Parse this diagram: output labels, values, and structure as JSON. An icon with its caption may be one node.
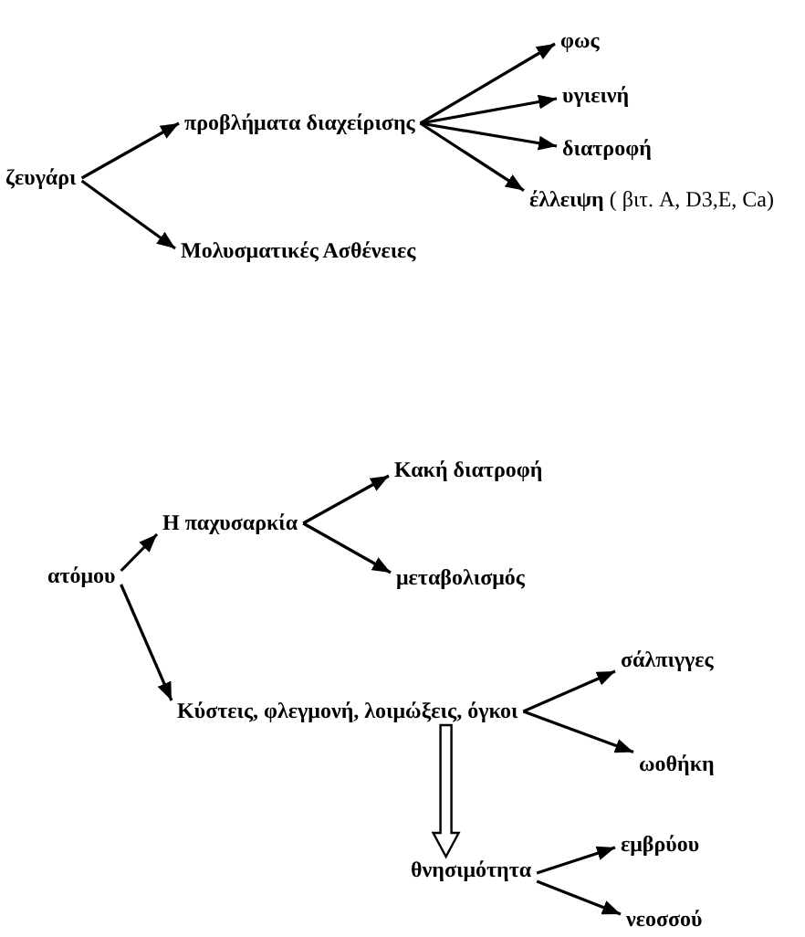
{
  "diagram": {
    "nodes": [
      {
        "text": [
          "ζευγάρι"
        ]
      },
      {
        "text": [
          "προβλήματα διαχείρισης"
        ]
      },
      {
        "text": [
          "φως"
        ]
      },
      {
        "text": [
          "υγιεινή"
        ]
      },
      {
        "text": [
          "διατροφή"
        ]
      },
      {
        "text": [
          "**έλλειψη** ( βιτ. A, D3,E, Ca)"
        ]
      },
      {
        "text": [
          "Μολυσματικές Ασθένειες"
        ]
      },
      {
        "text": [
          "ατόμου"
        ]
      },
      {
        "text": [
          "Η παχυσαρκία"
        ]
      },
      {
        "text": [
          "Κακή διατροφή"
        ]
      },
      {
        "text": [
          "μεταβολισμός"
        ]
      },
      {
        "text": [
          "Κύστεις, φλεγμονή, λοιμώξεις, όγκοι"
        ]
      },
      {
        "text": [
          "σάλπιγγες"
        ]
      },
      {
        "text": [
          "ωοθήκη"
        ]
      },
      {
        "text": [
          "θνησιμότητα"
        ]
      },
      {
        "text": [
          "εμβρύου"
        ]
      },
      {
        "text": [
          "νεοσσού"
        ]
      }
    ],
    "edges": [
      {
        "from": 0,
        "to": 1,
        "arrow": "to"
      },
      {
        "from": 0,
        "to": 6,
        "arrow": "to"
      },
      {
        "from": 1,
        "to": 2,
        "arrow": "to"
      },
      {
        "from": 1,
        "to": 3,
        "arrow": "to"
      },
      {
        "from": 1,
        "to": 4,
        "arrow": "to"
      },
      {
        "from": 1,
        "to": 5,
        "arrow": "to"
      },
      {
        "from": 7,
        "to": 8,
        "arrow": "to"
      },
      {
        "from": 7,
        "to": 11,
        "arrow": "to"
      },
      {
        "from": 8,
        "to": 9,
        "arrow": "to"
      },
      {
        "from": 8,
        "to": 10,
        "arrow": "to"
      },
      {
        "from": 11,
        "to": 12,
        "arrow": "to"
      },
      {
        "from": 11,
        "to": 13,
        "arrow": "to"
      },
      {
        "from": 11,
        "to": 14,
        "arrow": "to",
        "style": "thick"
      },
      {
        "from": 14,
        "to": 15,
        "arrow": "to"
      },
      {
        "from": 14,
        "to": 16,
        "arrow": "to"
      }
    ]
  }
}
